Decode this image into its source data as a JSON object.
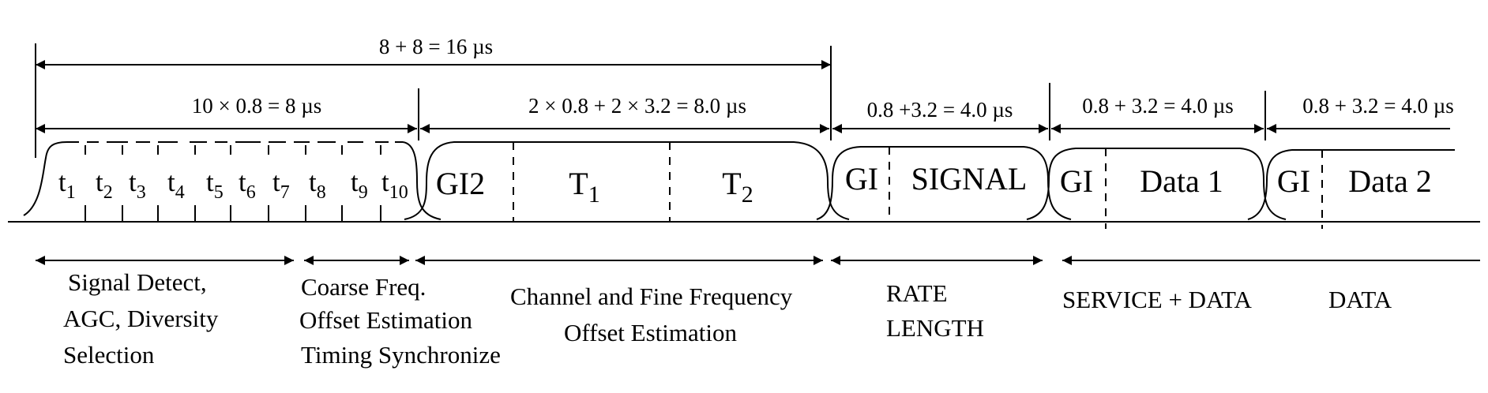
{
  "dimensions": {
    "total_16us": "8 + 8 = 16 µs",
    "short_training": "10 × 0.8 = 8 µs",
    "long_training": "2 × 0.8 + 2 × 3.2 = 8.0 µs",
    "signal": "0.8 +3.2 = 4.0 µs",
    "data1": "0.8 + 3.2 = 4.0 µs",
    "data2": "0.8 + 3.2 = 4.0 µs"
  },
  "short_symbols": [
    {
      "base": "t",
      "sub": "1"
    },
    {
      "base": "t",
      "sub": "2"
    },
    {
      "base": "t",
      "sub": "3"
    },
    {
      "base": "t",
      "sub": "4"
    },
    {
      "base": "t",
      "sub": "5"
    },
    {
      "base": "t",
      "sub": "6"
    },
    {
      "base": "t",
      "sub": "7"
    },
    {
      "base": "t",
      "sub": "8"
    },
    {
      "base": "t",
      "sub": "9"
    },
    {
      "base": "t",
      "sub": "10"
    }
  ],
  "long_training": {
    "gi2": "GI2",
    "t1": {
      "base": "T",
      "sub": "1"
    },
    "t2": {
      "base": "T",
      "sub": "2"
    }
  },
  "signal_field": {
    "gi": "GI",
    "label": "SIGNAL"
  },
  "data1_field": {
    "gi": "GI",
    "label": "Data 1"
  },
  "data2_field": {
    "gi": "GI",
    "label": "Data 2"
  },
  "functions": {
    "signal_detect": [
      "Signal Detect,",
      "AGC, Diversity",
      "Selection"
    ],
    "coarse_freq": [
      "Coarse Freq.",
      "Offset Estimation",
      "Timing Synchronize"
    ],
    "channel_fine": [
      "Channel and Fine Frequency",
      "Offset Estimation"
    ],
    "rate_length": [
      "RATE",
      "LENGTH"
    ],
    "service_data": "SERVICE + DATA",
    "data": "DATA"
  }
}
